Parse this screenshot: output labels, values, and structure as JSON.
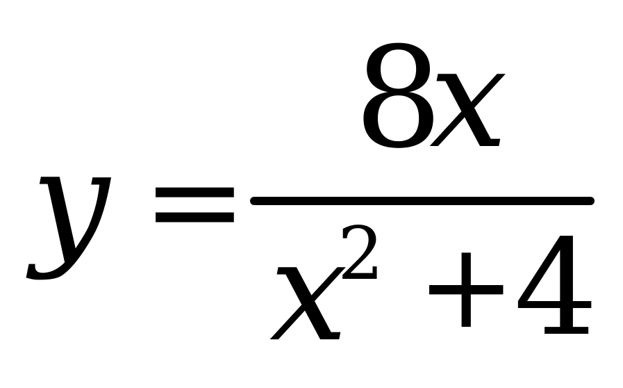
{
  "equation": {
    "lhs": "y",
    "equals": "=",
    "numerator": {
      "coefficient": "8",
      "variable": "x"
    },
    "denominator": {
      "base": "x",
      "exponent": "2",
      "operator": "+",
      "constant": "4"
    }
  }
}
